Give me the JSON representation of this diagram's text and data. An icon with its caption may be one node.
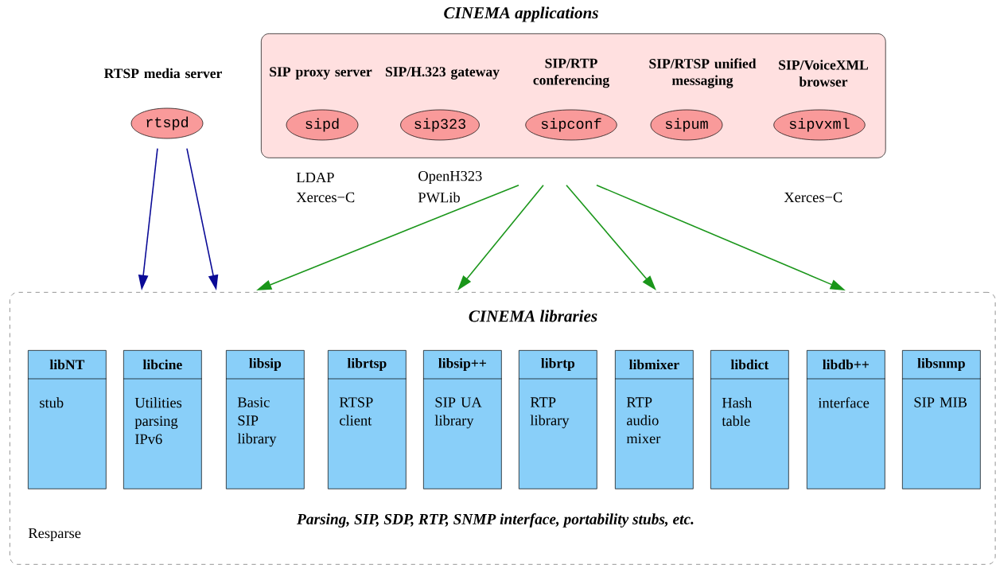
{
  "diagram": {
    "nodes": [
      {
        "text": [
          "rtspd"
        ],
        "beside": [
          "RTSP media server"
        ]
      },
      {
        "text": [
          "CINEMA applications"
        ]
      },
      {
        "text": [
          "sipd"
        ],
        "beside": [
          "SIP proxy server"
        ],
        "in": 1
      },
      {
        "text": [
          "sip323"
        ],
        "beside": [
          "SIP/H.323 gateway"
        ],
        "in": 1
      },
      {
        "text": [
          "sipconf"
        ],
        "beside": [
          "SIP/RTP conferencing"
        ],
        "in": 1
      },
      {
        "text": [
          "sipum"
        ],
        "beside": [
          "SIP/RTSP unified messaging"
        ],
        "in": 1
      },
      {
        "text": [
          "sipvxml"
        ],
        "beside": [
          "SIP/VoiceXML browser"
        ],
        "in": 1
      },
      {
        "text": [
          "CINEMA libraries",
          "Parsing, SIP, SDP, RTP, SNMP interface, portability stubs, etc."
        ]
      },
      {
        "text": [
          "libNT",
          "stub"
        ],
        "in": 7
      },
      {
        "text": [
          "libcine",
          "Utilities parsing IPv6"
        ],
        "in": 7
      },
      {
        "text": [
          "libsip",
          "Basic SIP library"
        ],
        "in": 7
      },
      {
        "text": [
          "librtsp",
          "RTSP client"
        ],
        "in": 7
      },
      {
        "text": [
          "libsip++",
          "SIP UA library"
        ],
        "in": 7
      },
      {
        "text": [
          "librtp",
          "RTP library"
        ],
        "in": 7
      },
      {
        "text": [
          "libmixer",
          "RTP audio mixer"
        ],
        "in": 7
      },
      {
        "text": [
          "libdict",
          "Hash table"
        ],
        "in": 7
      },
      {
        "text": [
          "libdb++",
          "interface"
        ],
        "in": 7
      },
      {
        "text": [
          "libsnmp",
          "SIP MIB"
        ],
        "in": 7
      }
    ],
    "edges": [
      {
        "from": 0,
        "to": 7,
        "arrow": "to",
        "color": "#0a0a96"
      },
      {
        "from": 0,
        "to": 7,
        "arrow": "to",
        "color": "#0a0a96"
      },
      {
        "from": 1,
        "to": 7,
        "arrow": "to"
      },
      {
        "from": 1,
        "to": 7,
        "arrow": "to"
      },
      {
        "from": 1,
        "to": 7,
        "arrow": "to"
      },
      {
        "from": 1,
        "to": 7,
        "arrow": "to"
      }
    ],
    "labels": [
      "LDAP",
      "Xerces−C",
      "OpenH323",
      "PWLib",
      "Xerces−C",
      "Resparse"
    ]
  }
}
